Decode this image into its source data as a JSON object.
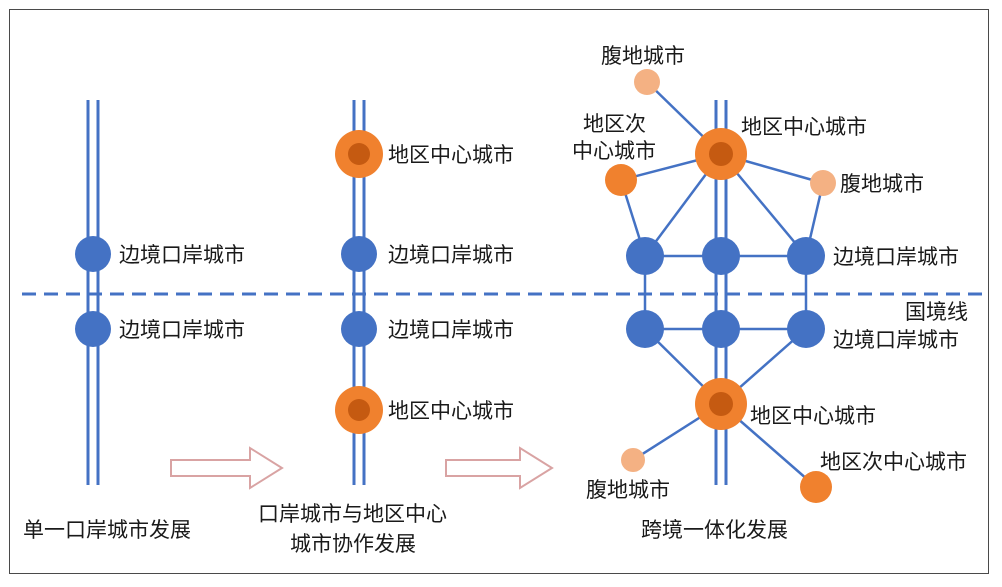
{
  "labels": {
    "border_port_city": "边境口岸城市",
    "regional_center_city": "地区中心城市",
    "hinterland_city": "腹地城市",
    "sub_center_line1": "地区次",
    "sub_center_line2": "中心城市",
    "sub_center_city": "地区次中心城市",
    "border_line": "国境线"
  },
  "captions": {
    "stage1": "单一口岸城市发展",
    "stage2_line1": "口岸城市与地区中心",
    "stage2_line2": "城市协作发展",
    "stage3": "跨境一体化发展"
  },
  "colors": {
    "blue": "#4472c4",
    "orange": "#f0812e",
    "orange_core": "#c55a11",
    "peach": "#f4b183",
    "border_dash": "#4472c4",
    "arrow": "#d9a3a3"
  }
}
